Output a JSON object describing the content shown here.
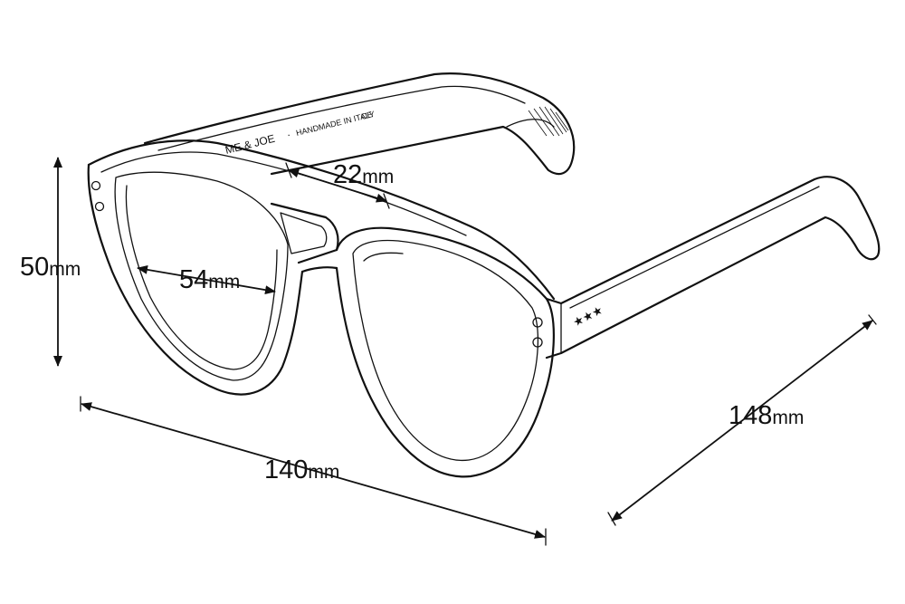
{
  "dimensions": {
    "frame_height": {
      "value": "50",
      "unit": "mm"
    },
    "lens_width": {
      "value": "54",
      "unit": "mm"
    },
    "bridge_width": {
      "value": "22",
      "unit": "mm"
    },
    "frame_width": {
      "value": "140",
      "unit": "mm"
    },
    "temple_length": {
      "value": "148",
      "unit": "mm"
    }
  },
  "temple_imprint": {
    "brand": "ME & JOE",
    "separator": "·",
    "origin": "HANDMADE IN ITALY",
    "mark": "CE"
  },
  "temple_stars": "★★★",
  "colors": {
    "ink": "#111111",
    "background": "#ffffff"
  }
}
